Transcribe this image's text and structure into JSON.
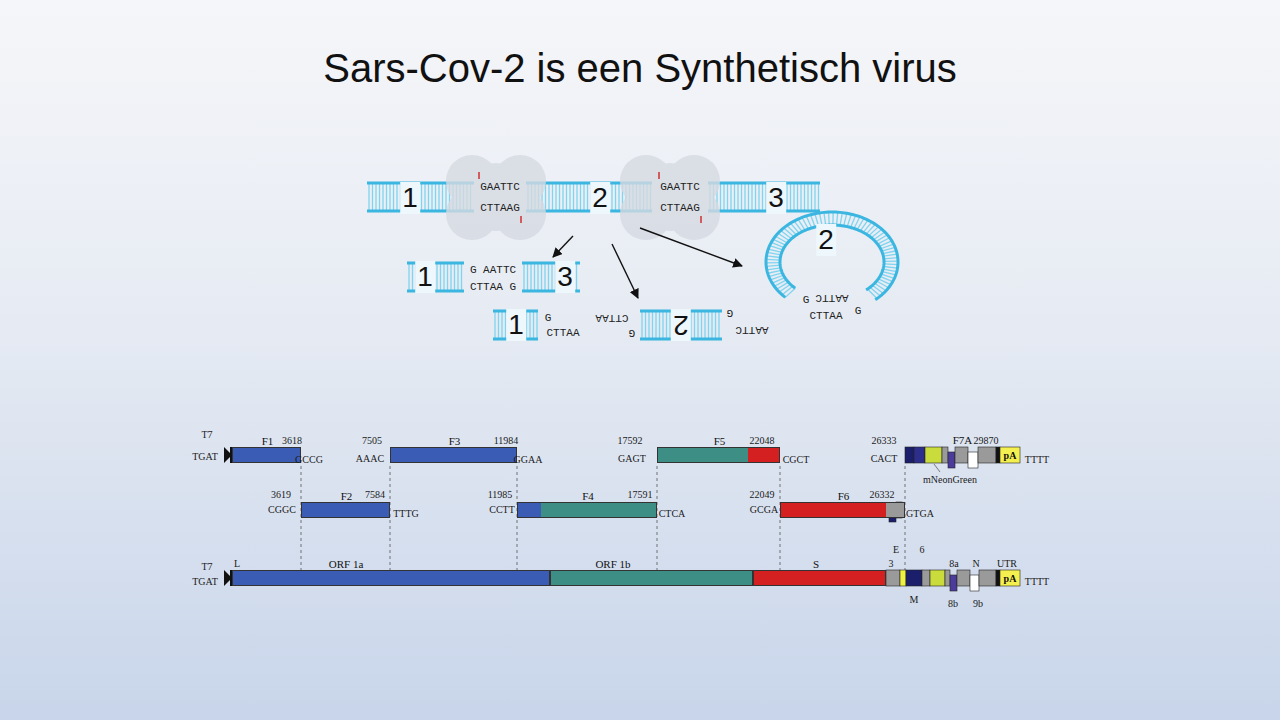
{
  "diagram": {
    "title": "Sars-Cov-2 is een Synthetisch virus",
    "nodes": [
      {
        "text": [
          "F1"
        ]
      },
      {
        "text": [
          "F3"
        ]
      },
      {
        "text": [
          "F5"
        ]
      },
      {
        "text": [
          "F7A"
        ]
      },
      {
        "text": [
          "F2"
        ]
      },
      {
        "text": [
          "F4"
        ]
      },
      {
        "text": [
          "F6"
        ]
      },
      {
        "text": [
          "ORF 1a"
        ]
      },
      {
        "text": [
          "ORF 1b"
        ]
      },
      {
        "text": [
          "S"
        ]
      }
    ],
    "labels": [
      "1",
      "GAATTC",
      "CTTAAG",
      "2",
      "GAATTC",
      "CTTAAG",
      "3",
      "1",
      "G AATTC",
      "CTTAA G",
      "3",
      "1",
      "G",
      "CTTAA",
      "2",
      "CTTAA",
      "G",
      "G",
      "AATTC",
      "2",
      "G",
      "AATTC",
      "CTTAA",
      "G",
      "T7",
      "TGAT",
      "3618",
      "GCCG",
      "7505",
      "AAAC",
      "11984",
      "GGAA",
      "17592",
      "GAGT",
      "22048",
      "CGCT",
      "26333",
      "CACT",
      "29870",
      "pA",
      "TTTT",
      "mNeonGreen",
      "3619",
      "CGGC",
      "7584",
      "TTTG",
      "11985",
      "CCTT",
      "17591",
      "CTCA",
      "22049",
      "GCGA",
      "26332",
      "GTGA",
      "T7",
      "TGAT",
      "L",
      "E",
      "3",
      "6",
      "8a",
      "N",
      "UTR",
      "M",
      "8b",
      "9b",
      "pA",
      "TTTT"
    ]
  }
}
